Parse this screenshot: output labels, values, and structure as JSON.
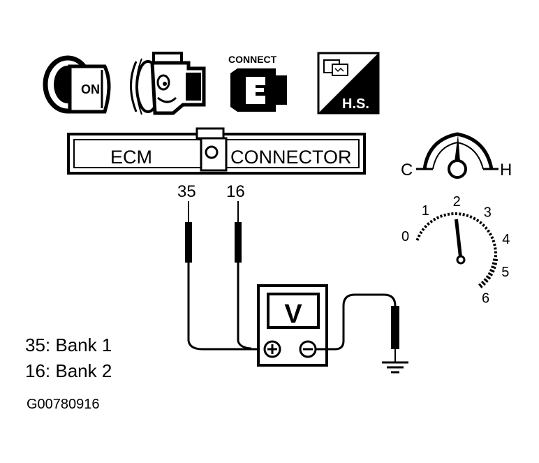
{
  "icons": [
    {
      "name": "ignition-key-on-icon",
      "text": "ON"
    },
    {
      "name": "engine-running-icon"
    },
    {
      "name": "connect-connector-icon",
      "text": "CONNECT"
    },
    {
      "name": "hot-start-icon",
      "text": "H.S."
    }
  ],
  "connector": {
    "left_label": "ECM",
    "right_label": "CONNECTOR"
  },
  "pins": [
    {
      "label": "35"
    },
    {
      "label": "16"
    }
  ],
  "voltmeter": {
    "display": "V",
    "plus": "+",
    "minus": "-"
  },
  "temp_gauge": {
    "cold_label": "C",
    "hot_label": "H"
  },
  "tachometer": {
    "ticks": [
      "0",
      "1",
      "2",
      "3",
      "4",
      "5",
      "6"
    ],
    "needle_value": 2
  },
  "legend": [
    {
      "pin": "35",
      "text": "35: Bank 1"
    },
    {
      "pin": "16",
      "text": "16: Bank 2"
    }
  ],
  "figure_code": "G00780916",
  "colors": {
    "ink": "#000000",
    "paper": "#ffffff"
  }
}
